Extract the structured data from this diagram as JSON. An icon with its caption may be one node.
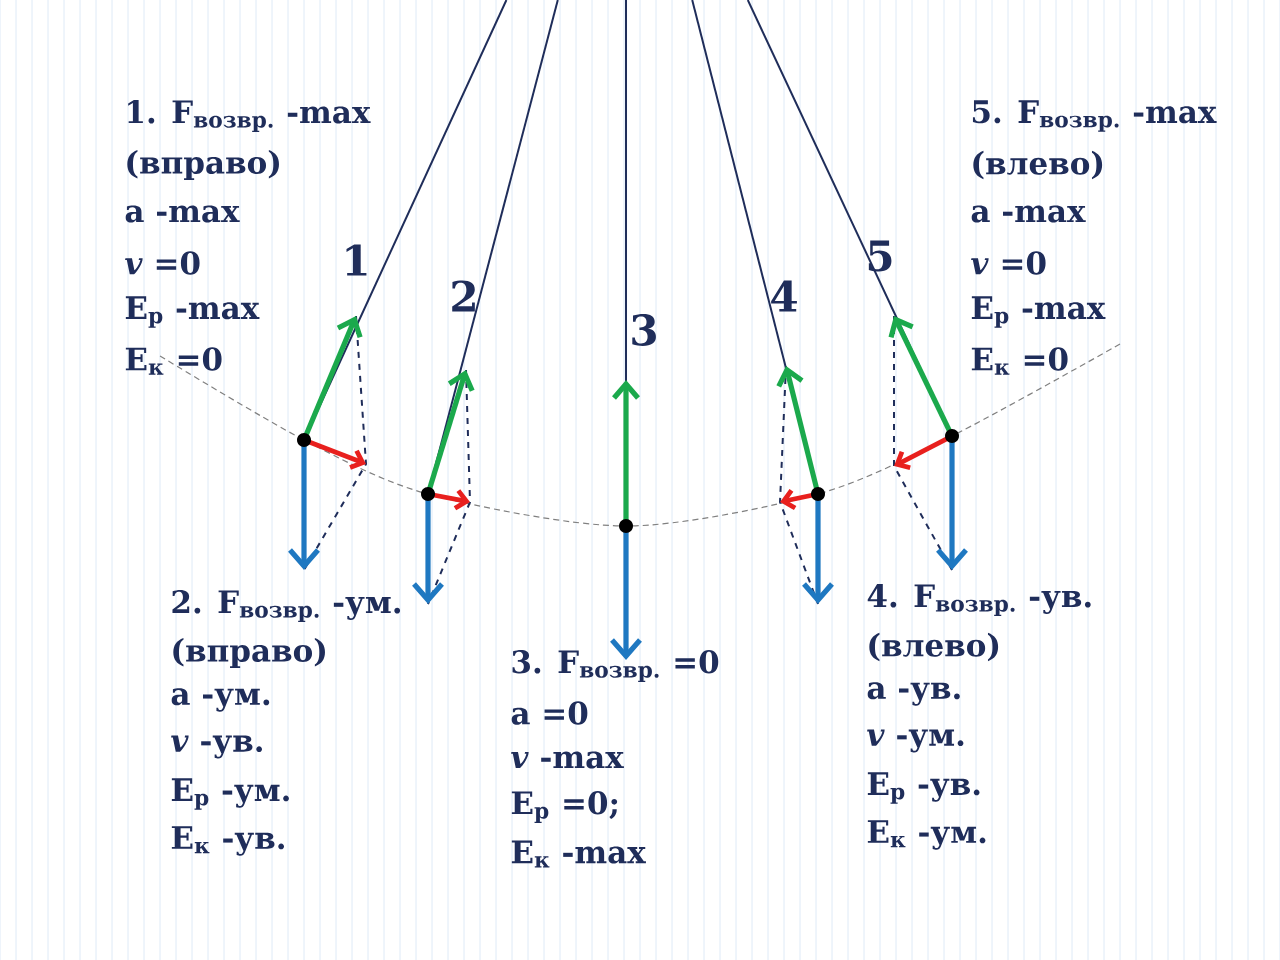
{
  "diagram": {
    "labels": [
      "1. F$_{возвр.}$ -max",
      "(вправо)",
      "a -max",
      "*v* =0",
      "E$_{р}$ -max",
      "E$_{к}$ =0",
      "5. F$_{возвр.}$ -max",
      "(влево)",
      "a -max",
      "*v* =0",
      "E$_{р}$ -max",
      "E$_{к}$ =0",
      "1",
      "5",
      "2",
      "4",
      "3",
      "2. F$_{возвр.}$ -ум.",
      "(вправо)",
      "a -ум.",
      "*v* -ув.",
      "E$_{р}$ -ум.",
      "E$_{к}$ -ув.",
      "3. F$_{возвр.}$ =0",
      "a =0",
      "*v* -max",
      "E$_{р}$ =0;",
      "E$_{к}$ -max",
      "4. F$_{возвр.}$ -ув.",
      "(влево)",
      "a -ув.",
      "*v* -ум.",
      "E$_{р}$ -ув.",
      "E$_{к}$ -ум."
    ]
  }
}
